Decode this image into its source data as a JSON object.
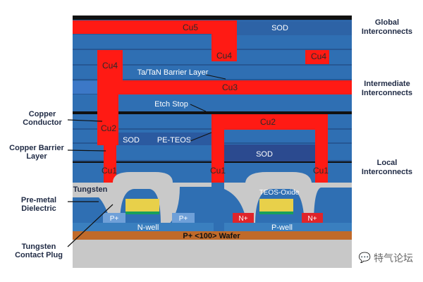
{
  "layers": {
    "cu5": "Cu5",
    "sod_top": "SOD",
    "cu4_left": "Cu4",
    "cu4_mid": "Cu4",
    "cu4_right": "Cu4",
    "barrier": "Ta/TaN Barrier Layer",
    "cu3": "Cu3",
    "etch_stop": "Etch Stop",
    "cu2_left": "Cu2",
    "cu2_mid": "Cu2",
    "sod_left": "SOD",
    "pe_teos": "PE-TEOS",
    "sod_mid": "SOD",
    "cu1_a": "Cu1",
    "cu1_b": "Cu1",
    "cu1_c": "Cu1",
    "tungsten": "Tungsten",
    "teos_oxide": "TEOS-Oxide",
    "p_plus_1": "P+",
    "p_plus_2": "P+",
    "n_plus_1": "N+",
    "n_plus_2": "N+",
    "n_well": "N-well",
    "p_well": "P-well",
    "wafer": "P+ <100> Wafer"
  },
  "left_labels": {
    "copper_conductor": [
      "Copper",
      "Conductor"
    ],
    "copper_barrier": [
      "Copper Barrier",
      "Layer"
    ],
    "pre_metal": [
      "Pre-metal",
      "Dielectric"
    ],
    "tungsten_plug": [
      "Tungsten",
      "Contact Plug"
    ]
  },
  "right_labels": {
    "global": [
      "Global",
      "Interconnects"
    ],
    "intermediate": [
      "Intermediate",
      "Interconnects"
    ],
    "local": [
      "Local",
      "Interconnects"
    ]
  },
  "watermark": "特气论坛",
  "colors": {
    "copper": "#ff1a14",
    "dielectric": "#2f6fb3",
    "dielectric_dark": "#2b4a8f",
    "etch_stop": "#111111",
    "tungsten": "#c9c9c9",
    "substrate": "#c06a2a",
    "nwell": "#3a7fbf",
    "pwell": "#3a7fbf"
  }
}
